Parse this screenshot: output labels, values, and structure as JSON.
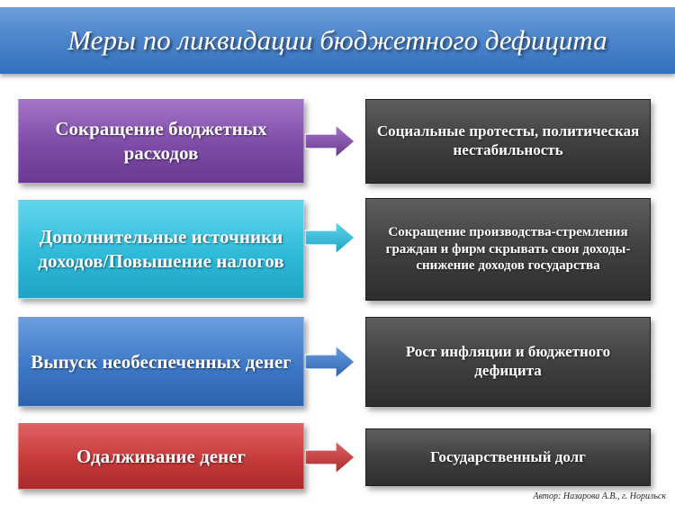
{
  "title": "Меры по ликвидации бюджетного дефицита",
  "rows": [
    {
      "measure": "Сокращение бюджетных расходов",
      "consequence": "Социальные протесты, политическая нестабильность",
      "color": "#7d4aa6"
    },
    {
      "measure": "Дополнительные источники доходов/Повышение налогов",
      "consequence": "Сокращение производства-стремления граждан и фирм скрывать свои доходы-снижение доходов государства",
      "color": "#2fbad9"
    },
    {
      "measure": "Выпуск необеспеченных денег",
      "consequence": "Рост инфляции и бюджетного дефицита",
      "color": "#3d78c6"
    },
    {
      "measure": "Одалживание денег",
      "consequence": "Государственный долг",
      "color": "#c63a3a"
    }
  ],
  "author": "Автор: Назарова А.В., г. Норильск"
}
